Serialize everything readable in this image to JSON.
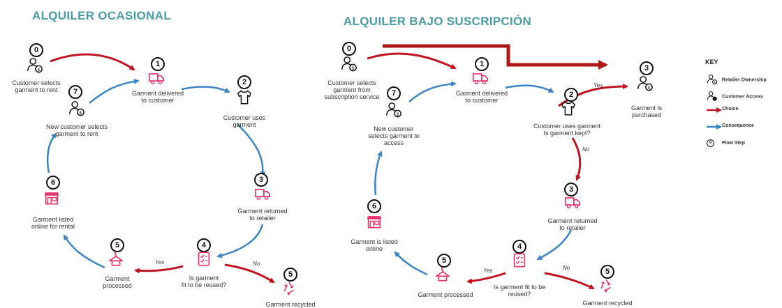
{
  "colors": {
    "title": "#4a9aa8",
    "choice": "#c1121f",
    "consequence": "#3d84c4",
    "icon_pink": "#e8336a",
    "ink": "#111111"
  },
  "left": {
    "title": "ALQUILER OCASIONAL",
    "steps": [
      {
        "num": "0",
        "icon": "retailer-ownership-icon",
        "lines": [
          "Customer selects",
          "garment to rent"
        ]
      },
      {
        "num": "1",
        "icon": "delivery-truck-icon",
        "lines": [
          "Garment delivered",
          "to customer"
        ]
      },
      {
        "num": "2",
        "icon": "tshirt-icon",
        "lines": [
          "Customer uses",
          "garment"
        ]
      },
      {
        "num": "3",
        "icon": "delivery-truck-icon",
        "lines": [
          "Garment returned",
          "to retailer"
        ]
      },
      {
        "num": "4",
        "icon": "checklist-icon",
        "lines": [
          "Is garment",
          "fit to be reused?"
        ]
      },
      {
        "num": "5",
        "icon": "hanger-icon",
        "lines": [
          "Garment",
          "processed"
        ]
      },
      {
        "num": "5",
        "icon": "recycle-icon",
        "lines": [
          "Garment recycled"
        ]
      },
      {
        "num": "6",
        "icon": "storefront-icon",
        "lines": [
          "Garment listed",
          "online for rental"
        ]
      },
      {
        "num": "7",
        "icon": "retailer-ownership-icon",
        "lines": [
          "New customer selects",
          "garment to rent"
        ]
      }
    ],
    "yes": "Yes",
    "no": "No"
  },
  "right": {
    "title": "ALQUILER BAJO SUSCRIPCIÓN",
    "steps": [
      {
        "num": "0",
        "icon": "retailer-ownership-icon",
        "lines": [
          "Customer selects",
          "garment from",
          "subscription service"
        ]
      },
      {
        "num": "1",
        "icon": "delivery-truck-icon",
        "lines": [
          "Garment delivered",
          "to customer"
        ]
      },
      {
        "num": "2",
        "icon": "tshirt-icon",
        "lines": [
          "Customer uses garment",
          "Is garment kept?"
        ]
      },
      {
        "num": "3",
        "icon": "retailer-ownership-icon",
        "lines": [
          "Garment is",
          "purchased"
        ]
      },
      {
        "num": "3",
        "icon": "delivery-truck-icon",
        "lines": [
          "Garment returned",
          "to retailer"
        ]
      },
      {
        "num": "4",
        "icon": "checklist-icon",
        "lines": [
          "Is garment fit to be",
          "reused?"
        ]
      },
      {
        "num": "5",
        "icon": "hanger-icon",
        "lines": [
          "Garment processed"
        ]
      },
      {
        "num": "5",
        "icon": "recycle-icon",
        "lines": [
          "Garment recycled"
        ]
      },
      {
        "num": "6",
        "icon": "storefront-icon",
        "lines": [
          "Garment is listed",
          "online"
        ]
      },
      {
        "num": "7",
        "icon": "retailer-ownership-icon",
        "lines": [
          "New customer",
          "selects garment to",
          "access"
        ]
      }
    ],
    "yes_kept": "Yes",
    "no_kept": "No",
    "yes": "Yes",
    "no": "No"
  },
  "key": {
    "title": "KEY",
    "items": [
      {
        "symbol": "retailer-ownership-icon",
        "label": "Retailer Ownership"
      },
      {
        "symbol": "customer-access-icon",
        "label": "Customer Access"
      },
      {
        "symbol": "choice-arrow-icon",
        "label": "Choice"
      },
      {
        "symbol": "consequence-arrow-icon",
        "label": "Consequence"
      },
      {
        "symbol": "flow-step-badge",
        "label": "Flow Step",
        "badge": "0"
      }
    ]
  }
}
